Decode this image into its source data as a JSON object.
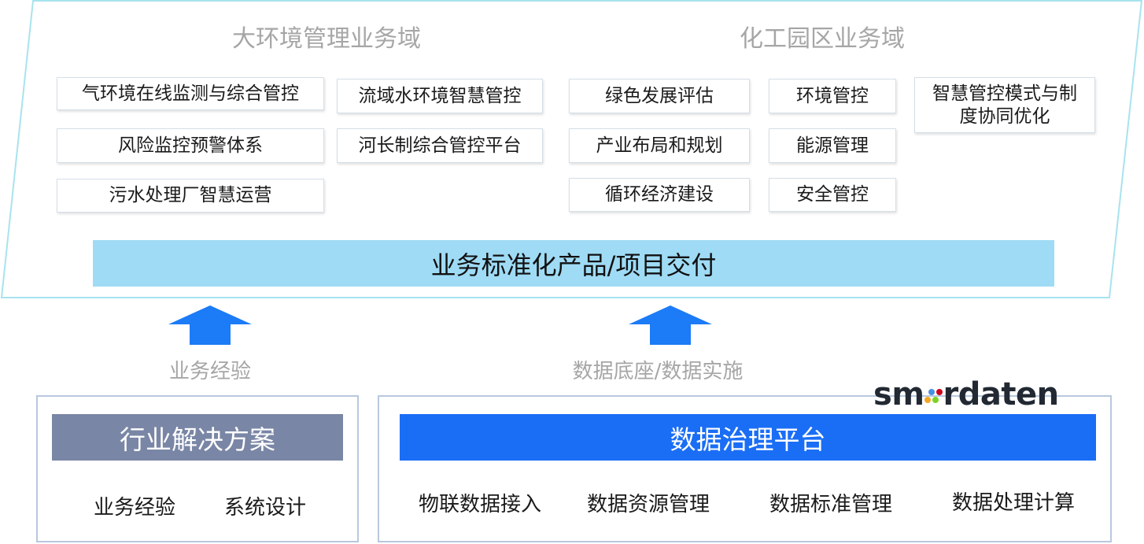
{
  "top": {
    "left_domain": {
      "title": "大环境管理业务域",
      "items": [
        "气环境在线监测与综合管控",
        "流域水环境智慧管控",
        "风险监控预警体系",
        "河长制综合管控平台",
        "污水处理厂智慧运营"
      ]
    },
    "right_domain": {
      "title": "化工园区业务域",
      "items": [
        "绿色发展评估",
        "环境管控",
        "智慧管控模式与制度协同优化",
        "产业布局和规划",
        "能源管理",
        "循环经济建设",
        "安全管控"
      ]
    },
    "banner": "业务标准化产品/项目交付"
  },
  "arrows": {
    "left_caption": "业务经验",
    "right_caption": "数据底座/数据实施"
  },
  "bottom_left": {
    "header": "行业解决方案",
    "items": [
      "业务经验",
      "系统设计"
    ]
  },
  "bottom_right": {
    "logo": {
      "text_before": "s",
      "text_mid": "m",
      "text_after": "rdaten",
      "dot_colors": [
        "#f5a623",
        "#7ed321",
        "#4a90e2",
        "#d0021b"
      ]
    },
    "header": "数据治理平台",
    "items": [
      "物联数据接入",
      "数据资源管理",
      "数据标准管理",
      "数据处理计算"
    ]
  },
  "colors": {
    "frame": "#a8e3ee",
    "banner": "#9fdbf5",
    "arrow": "#1c7bf6",
    "left_header": "#7a86a5",
    "right_header": "#1a6ef5",
    "outline": "#b9c8df"
  }
}
